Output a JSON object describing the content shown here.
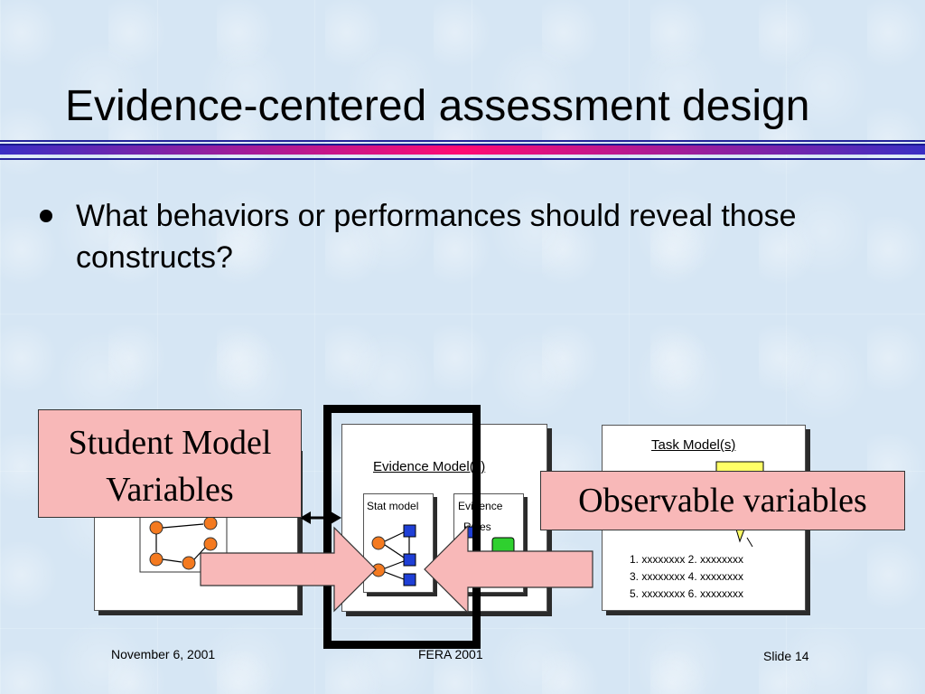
{
  "slide": {
    "title": "Evidence-centered assessment design",
    "bullet": "What behaviors or performances should reveal those constructs?"
  },
  "diagram": {
    "evidence_model_title": "Evidence Model(s)",
    "stat_model_label": "Stat model",
    "evidence_rules_label_1": "Evidence",
    "evidence_rules_label_2": "Rules",
    "task_model_title": "Task Model(s)",
    "task_items": [
      "1. xxxxxxxx   2. xxxxxxxx",
      "3. xxxxxxxx   4. xxxxxxxx",
      "5. xxxxxxxx   6. xxxxxxxx"
    ],
    "callout_student": "Student Model Variables",
    "callout_observable": "Observable variables"
  },
  "footer": {
    "date": "November 6, 2001",
    "center": "FERA 2001",
    "slide_number": "Slide 14"
  },
  "colors": {
    "node_orange": "#f47a20",
    "node_blue": "#1f3fd6",
    "node_green": "#2fd02f",
    "callout_pink": "#f8b8b8",
    "note_yellow": "#ffff66"
  }
}
